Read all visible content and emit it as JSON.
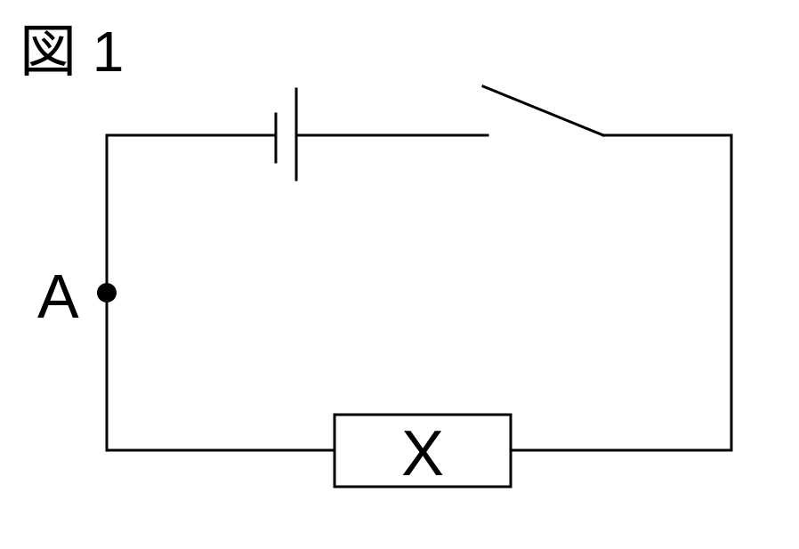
{
  "figure": {
    "label": "図 1"
  },
  "circuit": {
    "point_label": "A",
    "component_label": "X",
    "stroke_color": "#000000",
    "background_color": "#ffffff"
  }
}
